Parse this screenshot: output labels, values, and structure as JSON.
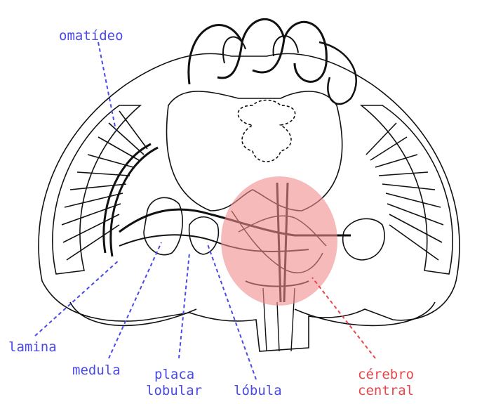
{
  "colors": {
    "label_blue": "#4a4ae8",
    "label_red": "#e8464a",
    "highlight": "#f08c8c",
    "drawing": "#111111"
  },
  "labels": {
    "omatideo": "omatídeo",
    "lamina": "lamina",
    "medula": "medula",
    "placa_line1": "placa",
    "placa_line2": "lobular",
    "lobula": "lóbula",
    "cerebro_line1": "cérebro",
    "cerebro_line2": "central"
  }
}
